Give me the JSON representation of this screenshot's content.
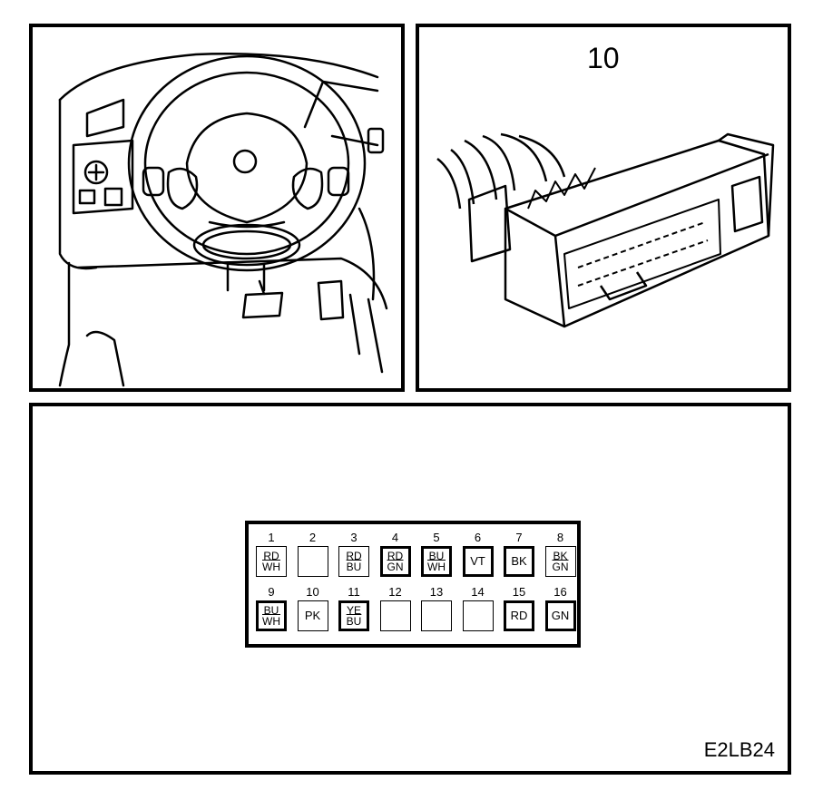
{
  "connector_number": "10",
  "figure_code": "E2LB24",
  "pins": [
    {
      "num": "1",
      "colors": [
        "RD",
        "WH"
      ],
      "thick": false
    },
    {
      "num": "2",
      "colors": [],
      "thick": false
    },
    {
      "num": "3",
      "colors": [
        "RD",
        "BU"
      ],
      "thick": false
    },
    {
      "num": "4",
      "colors": [
        "RD",
        "GN"
      ],
      "thick": true
    },
    {
      "num": "5",
      "colors": [
        "BU",
        "WH"
      ],
      "thick": true
    },
    {
      "num": "6",
      "colors": [
        "VT"
      ],
      "thick": true
    },
    {
      "num": "7",
      "colors": [
        "BK"
      ],
      "thick": true
    },
    {
      "num": "8",
      "colors": [
        "BK",
        "GN"
      ],
      "thick": false
    },
    {
      "num": "9",
      "colors": [
        "BU",
        "WH"
      ],
      "thick": true
    },
    {
      "num": "10",
      "colors": [
        "PK"
      ],
      "thick": false
    },
    {
      "num": "11",
      "colors": [
        "YE",
        "BU"
      ],
      "thick": true
    },
    {
      "num": "12",
      "colors": [],
      "thick": false
    },
    {
      "num": "13",
      "colors": [],
      "thick": false
    },
    {
      "num": "14",
      "colors": [],
      "thick": false
    },
    {
      "num": "15",
      "colors": [
        "RD"
      ],
      "thick": true
    },
    {
      "num": "16",
      "colors": [
        "GN"
      ],
      "thick": true
    }
  ]
}
